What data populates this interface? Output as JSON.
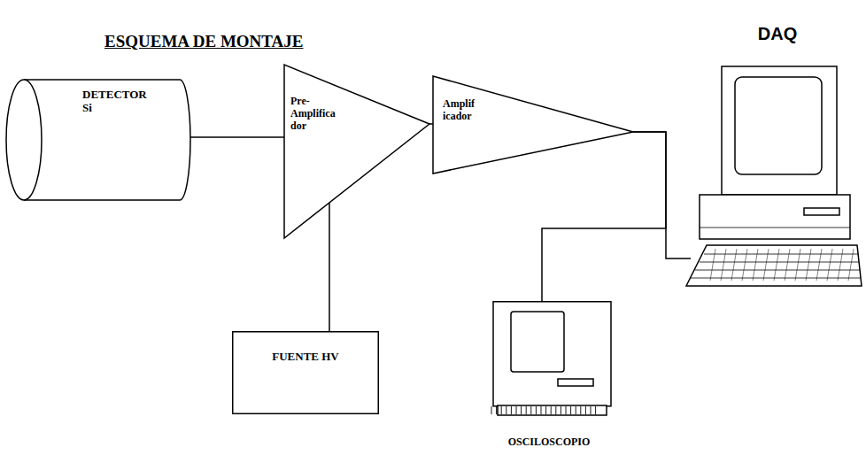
{
  "diagram": {
    "title": "ESQUEMA DE MONTAJE",
    "nodes": [
      {
        "text": [
          "DETECTOR Si"
        ]
      },
      {
        "text": [
          "Pre- Amplifica dor"
        ]
      },
      {
        "text": [
          "Amplif icador"
        ]
      },
      {
        "text": [
          "DAQ"
        ]
      },
      {
        "text": [
          "FUENTE HV"
        ]
      },
      {
        "text": [
          "OSCILOSCOPIO"
        ]
      }
    ],
    "edges": [
      {
        "from": 0,
        "to": 1,
        "arrow": "none"
      },
      {
        "from": 1,
        "to": 2,
        "arrow": "none"
      },
      {
        "from": 2,
        "to": 3,
        "arrow": "none"
      },
      {
        "from": 2,
        "to": 5,
        "arrow": "none"
      },
      {
        "from": 1,
        "to": 4,
        "arrow": "none"
      }
    ]
  }
}
